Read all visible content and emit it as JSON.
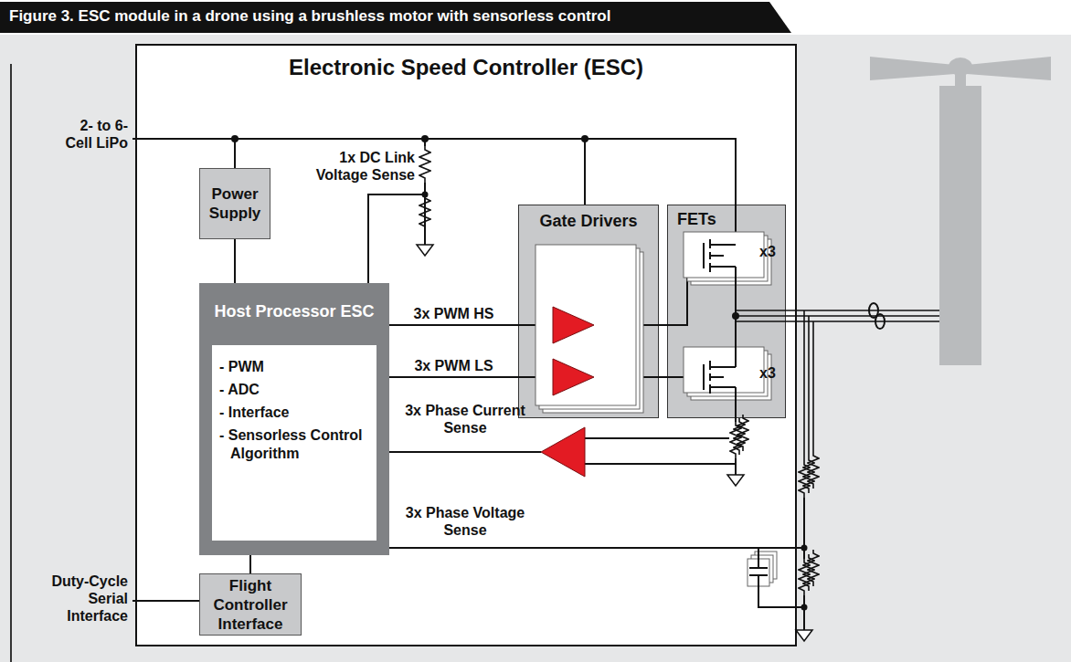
{
  "diagram": {
    "title": "Figure 3. ESC module in a drone using a brushless motor with sensorless control",
    "nodes": [
      {
        "text": [
          "Electronic Speed Controller (ESC)"
        ]
      },
      {
        "text": [
          "Power Supply"
        ],
        "in": 0
      },
      {
        "text": [
          "Host Processor ESC"
        ],
        "in": 0
      },
      {
        "text": [
          "- PWM",
          "- ADC",
          "- Interface",
          "- Sensorless Control Algorithm"
        ],
        "in": 2
      },
      {
        "text": [
          "Flight Controller Interface"
        ],
        "in": 0
      },
      {
        "text": [
          "Gate Drivers"
        ],
        "in": 0
      },
      {
        "text": [
          "FETs",
          "x3",
          "x3"
        ],
        "in": 0
      }
    ],
    "edges": [
      {
        "from": 1,
        "to": 2,
        "arrow": "none"
      },
      {
        "from": 2,
        "to": 4,
        "arrow": "none"
      },
      {
        "from": 2,
        "to": 5,
        "label": "3x PWM HS",
        "arrow": "none"
      },
      {
        "from": 2,
        "to": 5,
        "label": "3x PWM LS",
        "arrow": "none"
      },
      {
        "from": 5,
        "to": 6,
        "arrow": "none"
      },
      {
        "from": 5,
        "to": 6,
        "arrow": "none"
      }
    ],
    "labels": [
      "2- to 6-Cell LiPo",
      "1x DC Link Voltage Sense",
      "3x Phase Current Sense",
      "3x Phase Voltage Sense",
      "Duty-Cycle Serial Interface"
    ]
  }
}
